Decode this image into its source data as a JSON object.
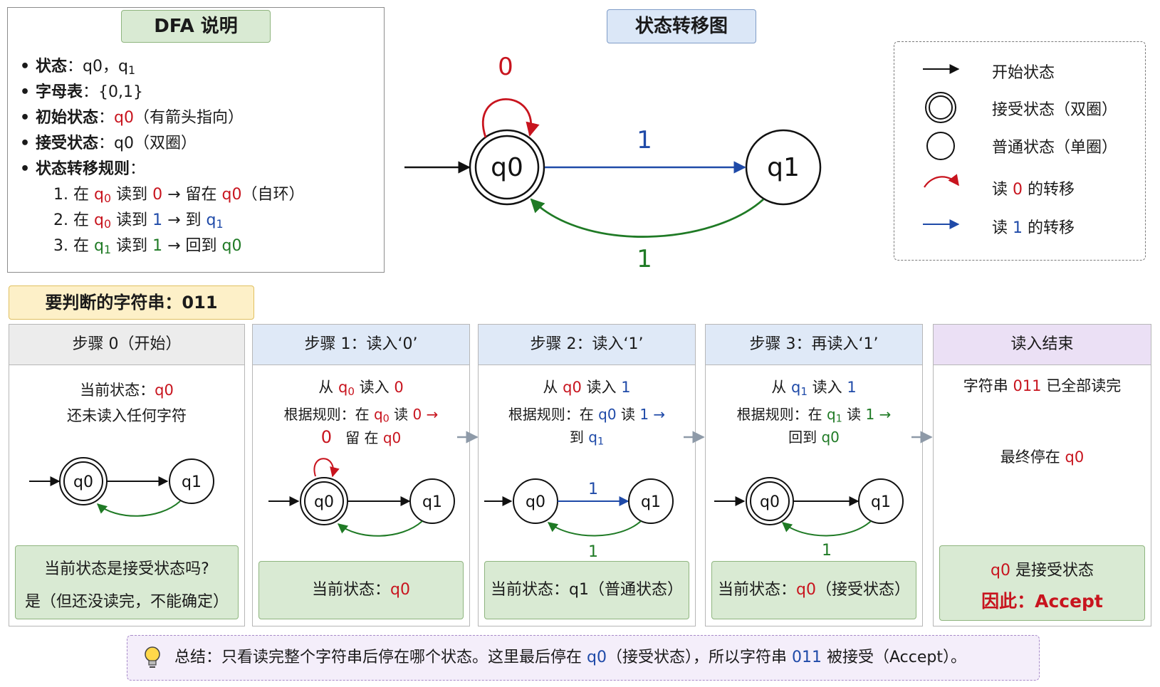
{
  "info": {
    "title": "DFA 说明",
    "states_label": "状态",
    "states_value_a": "q0，q",
    "states_value_sub": "1",
    "alphabet_label": "字母表",
    "alphabet_value": "{0,1}",
    "initial_label": "初始状态",
    "initial_state": "q0",
    "initial_note": "（有箭头指向）",
    "accept_label": "接受状态",
    "accept_state": "q0",
    "accept_note": "（双圈）",
    "rules_label": "状态转移规则",
    "colon": "：",
    "rule1": {
      "num": "1.",
      "in": "在",
      "from": "q",
      "from_sub": "0",
      "read": "读到",
      "sym": "0",
      "arrow": "→",
      "go": "留在",
      "to": "q0",
      "note": "（自环）"
    },
    "rule2": {
      "num": "2.",
      "in": "在",
      "from": "q",
      "from_sub": "0",
      "read": "读到",
      "sym": "1",
      "arrow": "→",
      "go": "到",
      "to": "q",
      "to_sub": "1"
    },
    "rule3": {
      "num": "3.",
      "in": "在",
      "from": "q",
      "from_sub": "1",
      "read": "读到",
      "sym": "1",
      "arrow": "→",
      "go": "回到",
      "to": "q0"
    }
  },
  "diagram": {
    "title": "状态转移图",
    "state_a": "q0",
    "state_b": "q1",
    "self_loop_label": "0",
    "forward_label": "1",
    "back_label": "1"
  },
  "legend": {
    "start": "开始状态",
    "accept": "接受状态（双圈）",
    "normal": "普通状态（单圈）",
    "read0_a": "读",
    "read0_sym": "0",
    "read0_b": "的转移",
    "read1_a": "读",
    "read1_sym": "1",
    "read1_b": "的转移"
  },
  "input_string": {
    "label": "要判断的字符串：011"
  },
  "steps": [
    {
      "header": "步骤 0（开始）",
      "line1_a": "当前状态：",
      "line1_b": "q0",
      "line2": "还未读入任何字符",
      "foot_q": "当前状态是接受状态吗?",
      "foot_a": "是（但还没读完，不能确定）"
    },
    {
      "header": "步骤 1：读入‘0’",
      "line1_a": "从",
      "line1_state": "q",
      "line1_sub": "0",
      "line1_b": "读入",
      "line1_sym": "0",
      "line2_a": "根据规则：在",
      "line2_state": "q",
      "line2_sub": "0",
      "line2_b": "读",
      "line2_sym": "0",
      "line2_arrow": "→",
      "loop_label": "0",
      "line3_a": "留 在",
      "line3_state": "q0",
      "foot_a": "当前状态：",
      "foot_state": "q0"
    },
    {
      "header": "步骤 2：读入‘1’",
      "line1_a": "从",
      "line1_state": "q0",
      "line1_b": "读入",
      "line1_sym": "1",
      "line2_a": "根据规则：在",
      "line2_state": "q0",
      "line2_b": "读",
      "line2_sym": "1",
      "line2_arrow": "→",
      "line3_a": "到",
      "line3_state": "q",
      "line3_sub": "1",
      "edge_fwd": "1",
      "edge_back": "1",
      "foot_a": "当前状态：",
      "foot_state": "q1（普通状态）"
    },
    {
      "header": "步骤 3：再读入‘1’",
      "line1_a": "从",
      "line1_state": "q",
      "line1_sub": "1",
      "line1_b": "读入",
      "line1_sym": "1",
      "line2_a": "根据规则：在",
      "line2_state": "q",
      "line2_sub": "1",
      "line2_b": "读",
      "line2_sym": "1",
      "line2_arrow": "→",
      "line3_a": "回到",
      "line3_state": "q0",
      "edge_back": "1",
      "foot_a": "当前状态：",
      "foot_state": "q0",
      "foot_note": "（接受状态）"
    },
    {
      "header": "读入结束",
      "line1_a": "字符串",
      "line1_str": "011",
      "line1_b": "已全部读完",
      "line2_a": "最终停在",
      "line2_state": "q0",
      "foot_state": "q0",
      "foot_b": "是接受状态",
      "foot_result": "因此：Accept"
    }
  ],
  "summary": {
    "a": "总结：只看读完整个字符串后停在哪个状态。这里最后停在",
    "state": "q0",
    "b": "（接受状态），所以字符串",
    "str": "011",
    "c": "被接受（Accept）。"
  },
  "colors": {
    "red": "#c8141e",
    "blue": "#1f4aa8",
    "green": "#1f7a25",
    "info_title_bg": "#d9ead3",
    "diagram_title_bg": "#dbe7f7",
    "string_banner_bg": "#fdf0c8",
    "final_header_bg": "#ebe0f5"
  },
  "mini_states": [
    "q0",
    "q1"
  ]
}
